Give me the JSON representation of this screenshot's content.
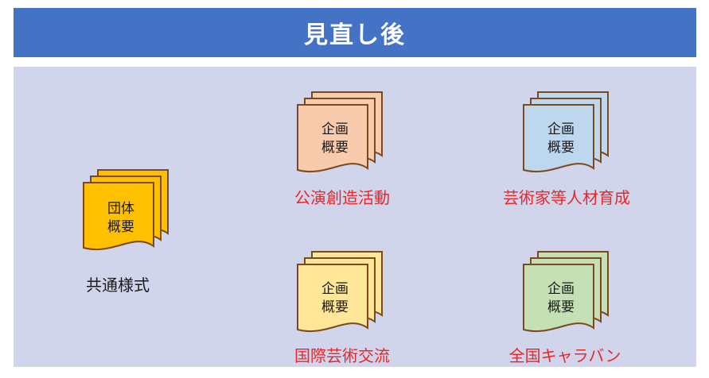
{
  "title": "見直し後",
  "colors": {
    "header": "#4472c4",
    "panel": "#d0d5eb",
    "stroke": "#7a4a1e",
    "caption_red": "#e8262a"
  },
  "docs": {
    "common": {
      "line1": "団体",
      "line2": "概要",
      "caption": "共通様式",
      "fill": "#ffc000"
    },
    "performance": {
      "line1": "企画",
      "line2": "概要",
      "caption": "公演創造活動",
      "fill": "#f8cbad"
    },
    "training": {
      "line1": "企画",
      "line2": "概要",
      "caption": "芸術家等人材育成",
      "fill": "#bdd7ee"
    },
    "international": {
      "line1": "企画",
      "line2": "概要",
      "caption": "国際芸術交流",
      "fill": "#ffe699"
    },
    "caravan": {
      "line1": "企画",
      "line2": "概要",
      "caption": "全国キャラバン",
      "fill": "#c5e0b4"
    }
  }
}
